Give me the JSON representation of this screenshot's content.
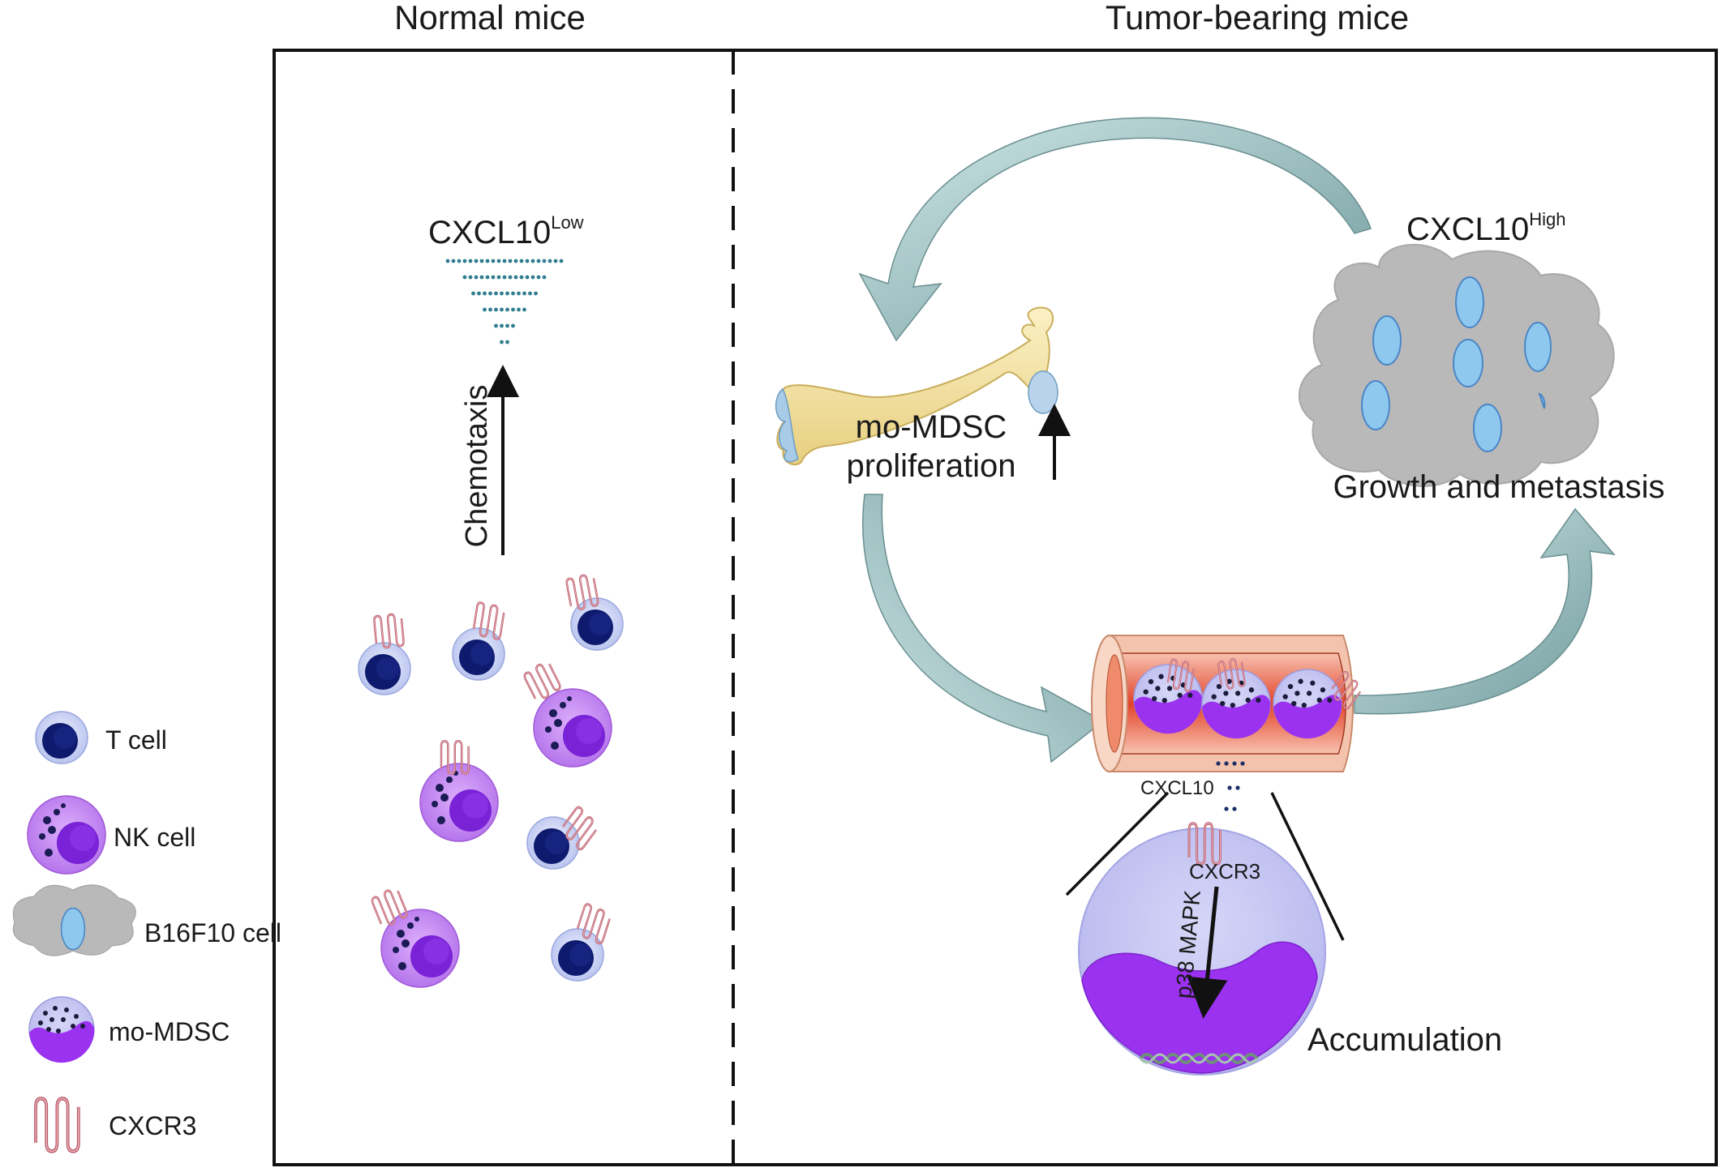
{
  "panels": {
    "normal": {
      "title": "Normal mice",
      "chemokine": "CXCL10",
      "chemokine_level": "Low",
      "arrow_label": "Chemotaxis"
    },
    "tumor": {
      "title": "Tumor-bearing mice",
      "chemokine": "CXCL10",
      "chemokine_level": "High",
      "bone_label_line1": "mo-MDSC",
      "bone_label_line2": "proliferation",
      "tumor_label": "Growth and metastasis",
      "vessel_chemokine": "CXCL10",
      "receptor_label": "CXCR3",
      "pathway_label": "p38 MAPK",
      "outcome_label": "Accumulation"
    }
  },
  "legend": [
    {
      "label": "T cell",
      "icon": "t-cell-icon"
    },
    {
      "label": "NK cell",
      "icon": "nk-cell-icon"
    },
    {
      "label": "B16F10 cell",
      "icon": "b16f10-cell-icon"
    },
    {
      "label": "mo-MDSC",
      "icon": "mo-mdsc-icon"
    },
    {
      "label": "CXCR3",
      "icon": "cxcr3-receptor-icon"
    }
  ],
  "colors": {
    "t_cell_outer": "#c9d2f3",
    "t_cell_nucleus": "#0d1a6e",
    "nk_outer": "#c78cf2",
    "nk_nucleus": "#7a22d6",
    "tumor_gray": "#b9b9b9",
    "tumor_nucleus": "#8fc8ef",
    "mdsc_purple": "#9b32f0",
    "mdsc_outer": "#ccccf4",
    "receptor": "#c9707d",
    "bone": "#f2df9b",
    "vessel_red": "#e04b2c",
    "arrow_teal": "#8fb6b8"
  }
}
